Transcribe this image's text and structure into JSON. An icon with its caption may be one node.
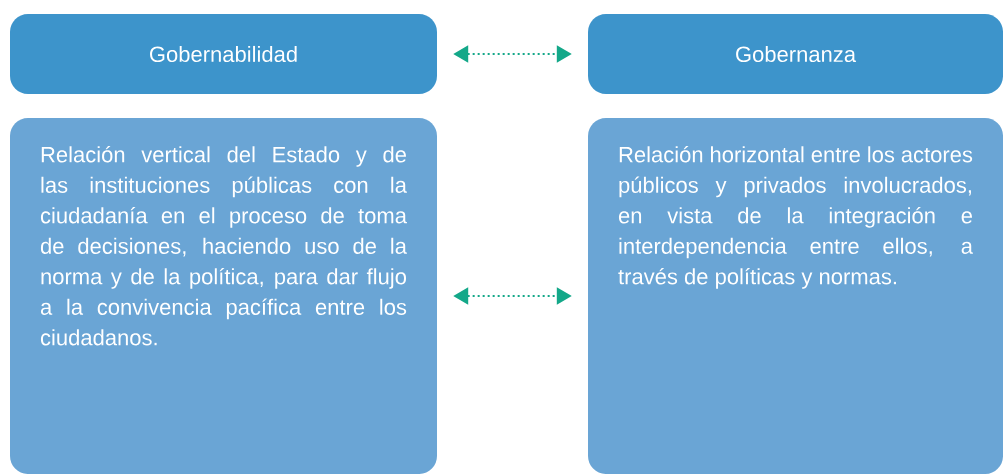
{
  "diagram": {
    "nodes": [
      {
        "text": [
          "Gobernabilidad"
        ]
      },
      {
        "text": [
          "Gobernanza"
        ]
      },
      {
        "text": [
          "Relación vertical del Estado y de las instituciones públicas con la ciudadanía en el proceso de toma de decisiones, haciendo uso de la norma y de la política, para dar flujo a la convivencia pacífica entre los ciudadanos."
        ]
      },
      {
        "text": [
          "Relación horizontal entre los actores públicos y privados involucrados, en vista de la integración e interdependencia entre ellos, a través de políticas y normas."
        ]
      }
    ],
    "edges": [
      {
        "from": 0,
        "to": 1,
        "arrow": "both"
      },
      {
        "from": 2,
        "to": 3,
        "arrow": "both"
      }
    ]
  }
}
